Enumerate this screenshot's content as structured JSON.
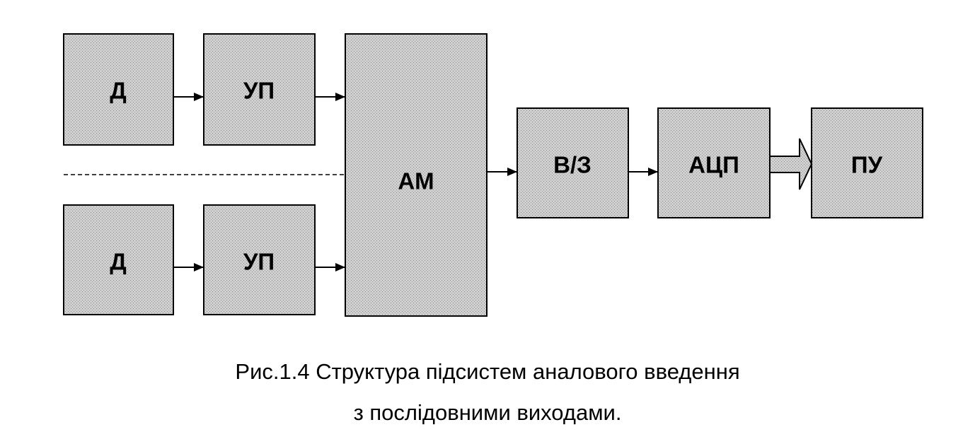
{
  "blocks": {
    "sensor_top": "Д",
    "amp_top": "УП",
    "sensor_bottom": "Д",
    "amp_bottom": "УП",
    "analog_mux": "АМ",
    "sample_hold": "В/З",
    "adc": "АЦП",
    "control_device": "ПУ"
  },
  "caption": {
    "line1": "Рис.1.4 Структура підсистем аналового введення",
    "line2": "з послідовними виходами."
  }
}
